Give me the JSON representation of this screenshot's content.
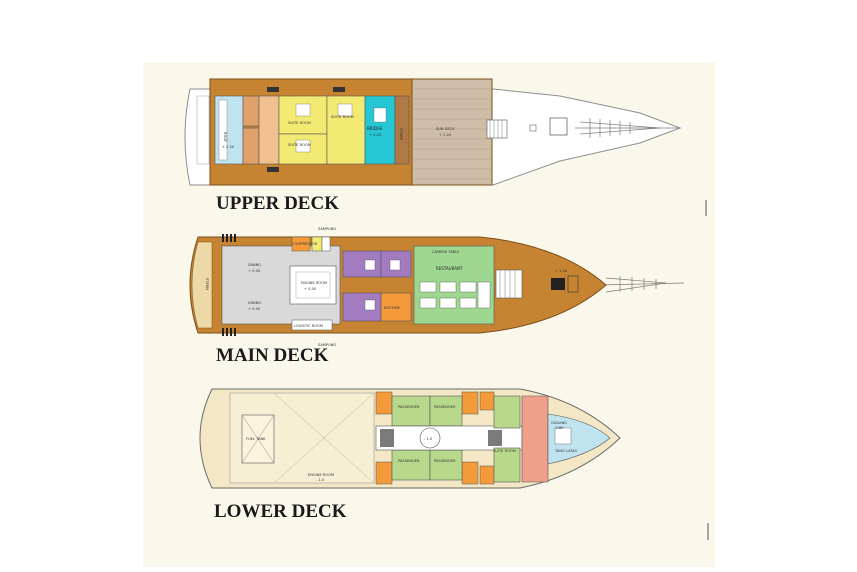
{
  "upper_deck": {
    "title": "UPPER DECK",
    "sun_deck": "SUN DECK",
    "sun_deck_level": "+ 2.20",
    "suite_room": "SUITE ROOM",
    "bridge": "BRIDGE",
    "bridge_level": "+ 2.20",
    "stern_level": "+ 2.20",
    "stern_label": "ROOF",
    "store": "STORE"
  },
  "main_deck": {
    "title": "MAIN DECK",
    "sampung_top": "SAMPUNG",
    "sampung_bottom": "SAMPUNG",
    "engine_room": "ENGINE ROOM",
    "engine_level": "+ 0.00",
    "restaurant": "RESTAURANT",
    "camera_table": "CAMERA TABLE",
    "kitchen": "KITCHEN",
    "logistic_room": "LOGISTIC ROOM",
    "dining": "DINING",
    "dining_level": "+ 0.00",
    "stern_label": "STERN",
    "bow_level": "+ 1.20",
    "compressor": "COMPRESSOR"
  },
  "lower_deck": {
    "title": "LOWER DECK",
    "fuel_tank": "FUEL TANK",
    "engine_room": "ENGINE ROOM",
    "engine_level": "- 1.0",
    "passenger": "PASSENGER",
    "suite_room": "SUITE ROOM",
    "gudang": "GUDANG",
    "gudang_level": "- 0.80",
    "tank_lateral": "TANG LATAS",
    "center_level": "- 1.0"
  },
  "colors": {
    "paper": "#faf8ea",
    "wood": "#c68432",
    "deck_tan": "#cfbda8",
    "room_yellow": "#f3ea73",
    "room_cyan": "#25c7d5",
    "room_green": "#9ed790",
    "room_purple": "#a27bc0",
    "room_orange": "#f39b3a",
    "room_salmon": "#ef9f8a",
    "room_blue_light": "#bfe3ef",
    "floor_grey": "#d9d9d9",
    "lower_tan": "#f3e7c6",
    "bunk_green": "#b8d98b",
    "passage_grey": "#7a7a7a"
  }
}
